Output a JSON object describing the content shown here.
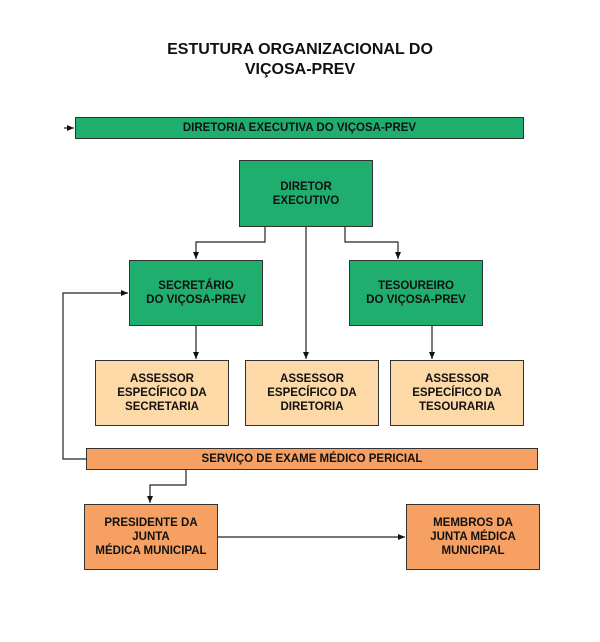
{
  "title": {
    "line1": "ESTUTURA ORGANIZACIONAL DO",
    "line2": "VIÇOSA-PREV"
  },
  "diretoria": {
    "label": "DIRETORIA EXECUTIVA DO VIÇOSA-PREV"
  },
  "diretor": {
    "line1": "DIRETOR",
    "line2": "EXECUTIVO"
  },
  "secretario": {
    "line1": "SECRETÁRIO",
    "line2": "DO VIÇOSA-PREV"
  },
  "tesoureiro": {
    "line1": "TESOUREIRO",
    "line2": "DO VIÇOSA-PREV"
  },
  "assessor_secretaria": {
    "line1": "ASSESSOR",
    "line2": "ESPECÍFICO DA",
    "line3": "SECRETARIA"
  },
  "assessor_diretoria": {
    "line1": "ASSESSOR",
    "line2": "ESPECÍFICO DA",
    "line3": "DIRETORIA"
  },
  "assessor_tesouraria": {
    "line1": "ASSESSOR",
    "line2": "ESPECÍFICO DA",
    "line3": "TESOURARIA"
  },
  "servico": {
    "label": "SERVIÇO  DE EXAME MÉDICO PERICIAL"
  },
  "presidente": {
    "line1": "PRESIDENTE DA",
    "line2": "JUNTA",
    "line3": "MÉDICA MUNICIPAL"
  },
  "membros": {
    "line1": "MEMBROS DA",
    "line2": "JUNTA MÉDICA",
    "line3": "MUNICIPAL"
  },
  "colors": {
    "green": "#1fae6e",
    "peach": "#fcd9a6",
    "orange": "#f6a064"
  }
}
